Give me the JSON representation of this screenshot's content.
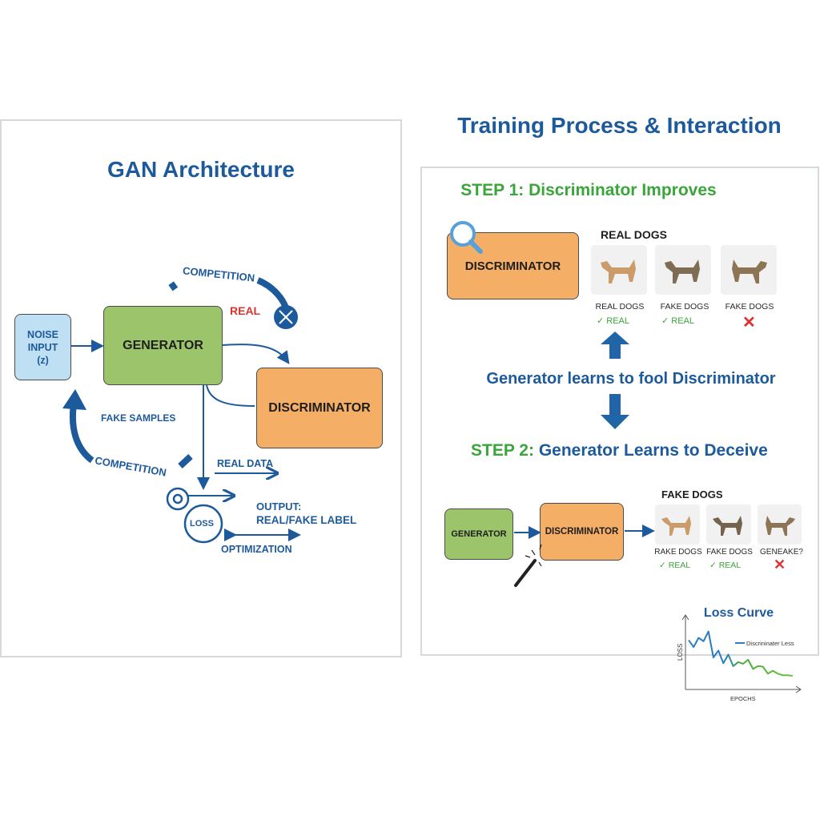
{
  "left_panel": {
    "title": "GAN Architecture",
    "noise_input": {
      "line1": "NOISE",
      "line2": "INPUT",
      "line3": "(z)"
    },
    "generator": "GENERATOR",
    "discriminator": "DISCRIMINATOR",
    "labels": {
      "competition_top": "COMPETITION",
      "competition_bottom": "COMPETITION",
      "real": "REAL",
      "fake_samples": "FAKE SAMPLES",
      "real_data": "REAL DATA",
      "loss": "LOSS",
      "output_line1": "OUTPUT:",
      "output_line2": "REAL/FAKE LABEL",
      "optimization": "OPTIMIZATION"
    },
    "icons": [
      "crossed-swords-icon",
      "target-icon"
    ]
  },
  "right_panel": {
    "heading": "Training Process & Interaction",
    "step1": {
      "title": "STEP 1: Discriminator Improves",
      "box": "DISCRIMINATOR",
      "group_label": "REAL DOGS",
      "samples": [
        {
          "caption": "REAL DOGS",
          "verdict": "REAL",
          "correct": true
        },
        {
          "caption": "FAKE DOGS",
          "verdict": "REAL",
          "correct": true
        },
        {
          "caption": "FAKE DOGS",
          "verdict": "",
          "correct": false
        }
      ]
    },
    "middle_text": "Generator learns to fool Discriminator",
    "step2": {
      "title_prefix": "STEP 2:",
      "title_rest": " Generator Learns to Deceive",
      "generator": "GENERATOR",
      "discriminator": "DISCRIMINATOR",
      "group_label": "FAKE DOGS",
      "samples": [
        {
          "caption": "RAKE DOGS",
          "verdict": "REAL",
          "correct": true
        },
        {
          "caption": "FAKE DOGS",
          "verdict": "REAL",
          "correct": true
        },
        {
          "caption": "GENEAKE?",
          "verdict": "",
          "correct": false
        }
      ]
    },
    "colors": {
      "blue": "#1d5a9c",
      "green": "#3aa53a",
      "red": "#e0312f",
      "orange": "#f4ae65",
      "lightgreen": "#9cc46a"
    }
  },
  "chart_data": {
    "type": "line",
    "title": "Loss Curve",
    "xlabel": "EPOCHS",
    "ylabel": "LOSS",
    "legend": [
      "Discrininater Less"
    ],
    "legend_position": "right",
    "grid": false,
    "series": [
      {
        "name": "Discrininater Less",
        "x": [
          0,
          1,
          2,
          3,
          4,
          5,
          6,
          7,
          8,
          9,
          10,
          11,
          12,
          13,
          14,
          15,
          16,
          17,
          18,
          19,
          20,
          21
        ],
        "values": [
          0.8,
          0.68,
          0.84,
          0.78,
          0.95,
          0.5,
          0.62,
          0.4,
          0.55,
          0.35,
          0.42,
          0.39,
          0.46,
          0.3,
          0.35,
          0.34,
          0.22,
          0.27,
          0.22,
          0.19,
          0.19,
          0.18
        ]
      }
    ],
    "xlim": [
      0,
      22
    ],
    "ylim": [
      0,
      1
    ]
  }
}
